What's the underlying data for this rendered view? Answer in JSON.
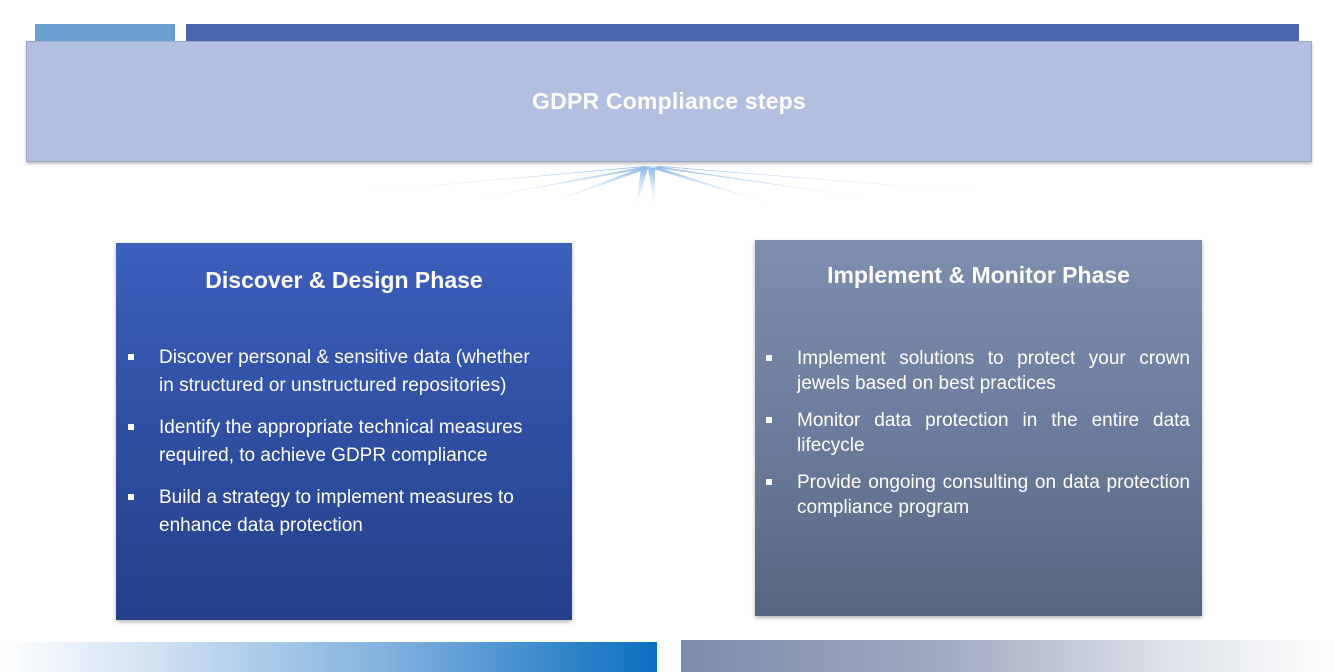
{
  "title": "GDPR Compliance steps",
  "phases": [
    {
      "title": "Discover & Design Phase",
      "bullets": [
        "Discover personal & sensitive data (whether in structured or unstructured repositories)",
        "Identify the appropriate technical measures required, to achieve GDPR compliance",
        "Build a strategy to implement measures to enhance data protection"
      ]
    },
    {
      "title": "Implement & Monitor Phase",
      "bullets": [
        "Implement solutions to protect your crown jewels based on best practices",
        "Monitor data protection in the entire data lifecycle",
        "Provide ongoing consulting on data protection compliance program"
      ]
    }
  ],
  "colors": {
    "banner": "#b3bfe1",
    "left_card": "#3c5fbd",
    "right_card": "#7e8eae",
    "accent_blue": "#4c68ad"
  }
}
